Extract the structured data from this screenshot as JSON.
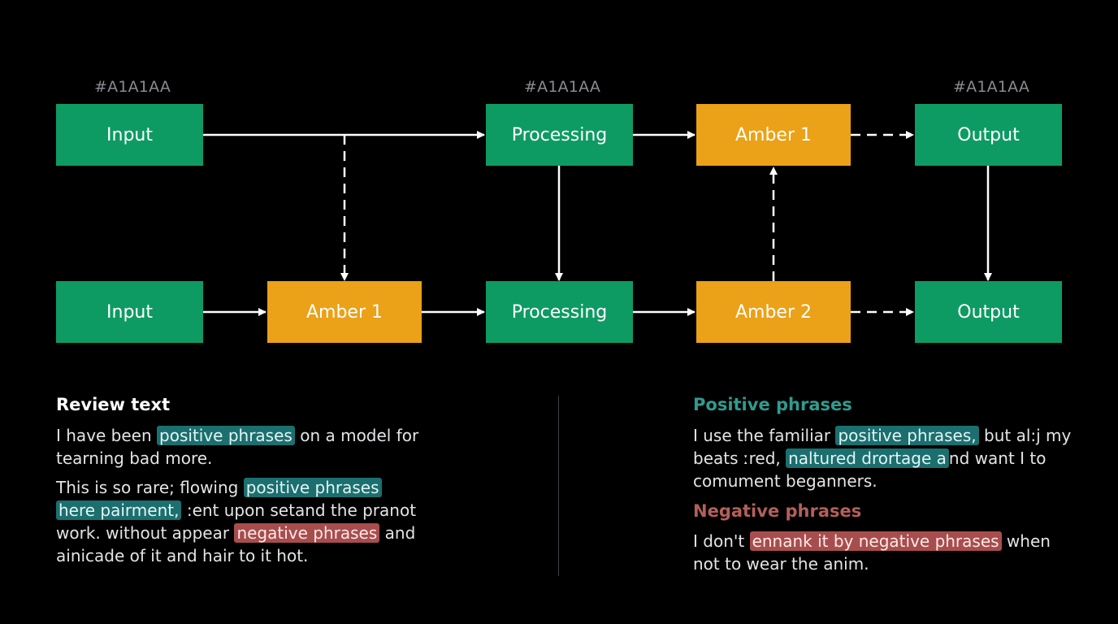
{
  "hex_labels": [
    "#A1A1AA",
    "#A1A1AA",
    "#A1A1AA"
  ],
  "top_row": {
    "input": "Input",
    "processing": "Processing",
    "amber": "Amber 1",
    "output": "Output"
  },
  "bottom_row": {
    "input": "Input",
    "amber1": "Amber 1",
    "processing": "Processing",
    "amber2": "Amber 2",
    "output": "Output"
  },
  "colors": {
    "node_green": "#0e9b63",
    "node_amber": "#eba118",
    "positive_highlight": "#1b6f6f",
    "negative_highlight": "#a84d4d",
    "positive_title": "#2f9b8f",
    "negative_title": "#b45f5a"
  },
  "review": {
    "title": "Review text",
    "p1": {
      "a": "I have been ",
      "pos": "positive phrases",
      "b": " on a model for",
      "c": "tearning bad more."
    },
    "p2": {
      "a": "This is so rare; flowing ",
      "pos1": "positive phrases",
      "pos2": "here pairment,",
      "b": " :ent upon setand the pranot",
      "c": "work. without appear ",
      "neg": "negative phrases",
      "d": " and",
      "e": "ainicade of it and hair to it hot."
    }
  },
  "positive": {
    "title": "Positive phrases",
    "a": "I use the familiar ",
    "pos1": "positive phrases,",
    "b": " but al:j my",
    "c": "beats ːred, ",
    "pos2": "naltured drortage a",
    "d": "nd want I to",
    "e": "comument beganners."
  },
  "negative": {
    "title": "Negative phrases",
    "a": "I don't ",
    "neg": "ennank it by negative phrases",
    "b": " when",
    "c": "not to wear the anim."
  }
}
